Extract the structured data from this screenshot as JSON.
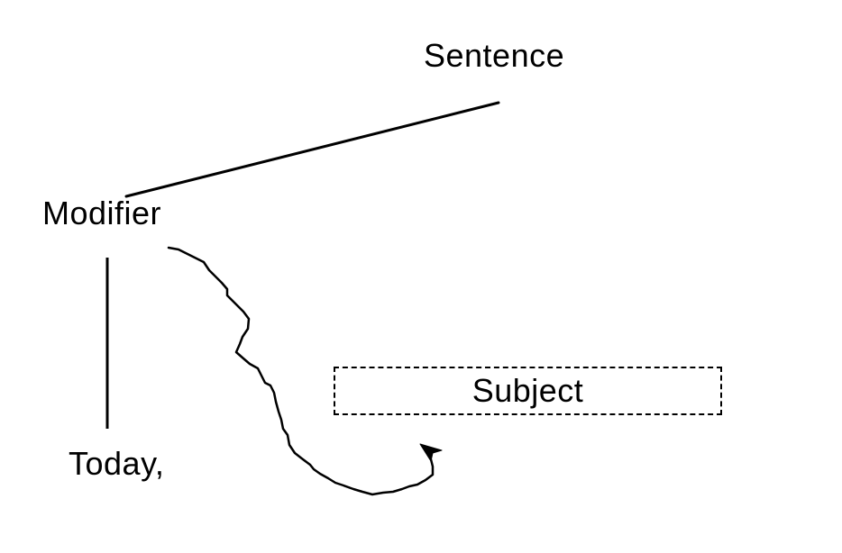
{
  "diagram": {
    "nodes": {
      "sentence": "Sentence",
      "modifier": "Modifier",
      "today": "Today,",
      "subject": "Subject"
    },
    "colors": {
      "stroke": "#000000",
      "background": "#ffffff"
    }
  }
}
